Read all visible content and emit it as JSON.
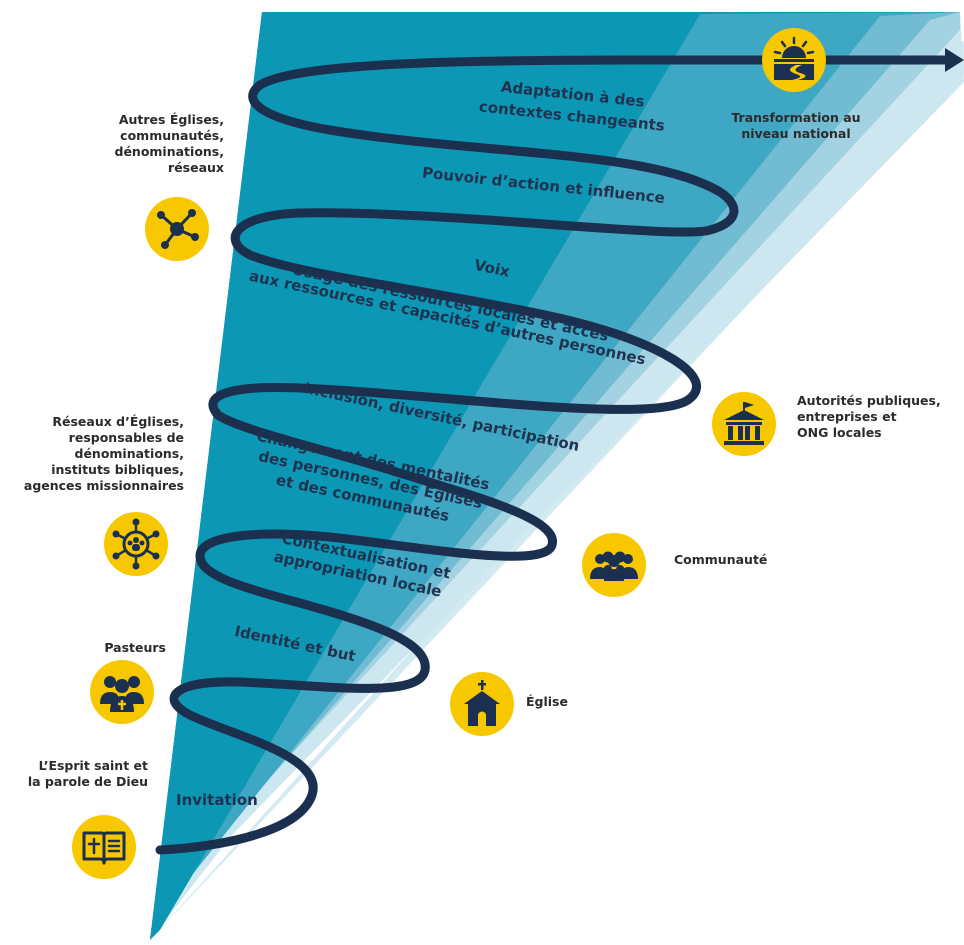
{
  "stages": {
    "adaptation_1": "Adaptation à des",
    "adaptation_2": "contextes changeants",
    "pouvoir": "Pouvoir d’action et influence",
    "voix": "Voix",
    "usage_1": "Usage des ressources locales et accès",
    "usage_2": "aux ressources et capacités d’autres personnes",
    "inclusion": "Inclusion, diversité, participation",
    "changement_1": "Changement des mentalités",
    "changement_2": "des personnes, des Églises",
    "changement_3": "et des communautés",
    "context_1": "Contextualisation et",
    "context_2": "appropriation locale",
    "identite": "Identité et but",
    "invitation": "Invitation"
  },
  "actors": {
    "autres_1": "Autres Églises,",
    "autres_2": "communautés,",
    "autres_3": "dénominations,",
    "autres_4": "réseaux",
    "reseaux_1": "Réseaux d’Églises,",
    "reseaux_2": "responsables de",
    "reseaux_3": "dénominations,",
    "reseaux_4": "instituts bibliques,",
    "reseaux_5": "agences missionnaires",
    "pasteurs": "Pasteurs",
    "esprit_1": "L’Esprit saint et",
    "esprit_2": "la parole de Dieu",
    "transformation_1": "Transformation au",
    "transformation_2": "niveau national",
    "autorites_1": "Autorités publiques,",
    "autorites_2": "entreprises et",
    "autorites_3": "ONG locales",
    "communaute": "Communauté",
    "eglise": "Église"
  },
  "icons": [
    "bible-cross-icon",
    "pastors-group-icon",
    "church-icon",
    "network-people-icon",
    "community-icon",
    "network-icon",
    "government-building-icon",
    "sunrise-road-icon"
  ],
  "colors": {
    "band_dark": "#0c97b5",
    "band_2": "#3ea8c4",
    "band_3": "#72bcd3",
    "band_4": "#a3d2e2",
    "band_5": "#cde7f0",
    "spiral": "#1b2f4e",
    "icon_yellow": "#f7c800",
    "icon_dark": "#1b2f4e"
  }
}
